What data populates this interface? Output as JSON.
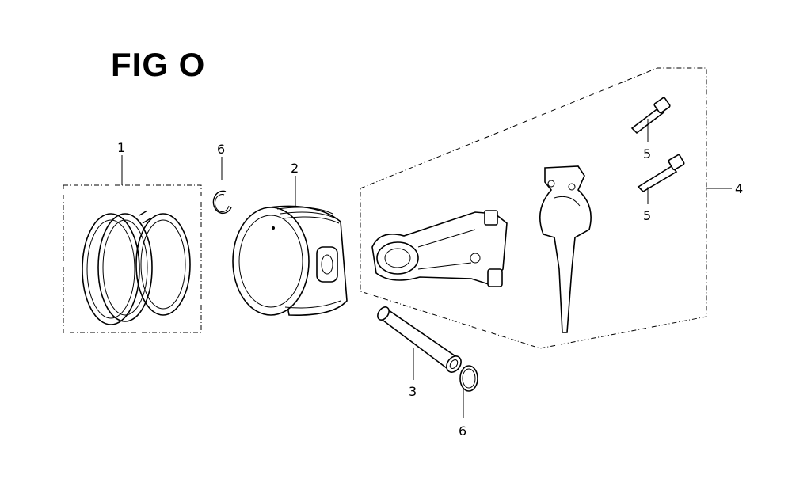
{
  "figure": {
    "title": "FIG O"
  },
  "callouts": {
    "ring_set": "1",
    "piston": "2",
    "pin": "3",
    "rod_assembly": "4",
    "bolt_upper": "5",
    "bolt_lower": "5",
    "clip_upper": "6",
    "clip_lower": "6"
  }
}
